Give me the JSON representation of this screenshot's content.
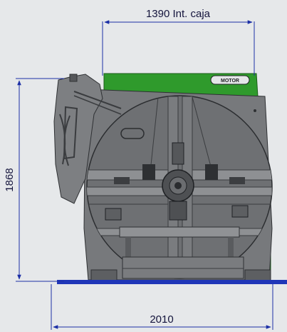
{
  "drawing": {
    "dimensions": {
      "top_width": "1390 Int. caja",
      "height": "1868",
      "bottom_width": "2010"
    },
    "badge_text": "MOTOR"
  },
  "colors": {
    "background": "#e6e8ea",
    "body_gray": "#77797c",
    "dark_gray": "#4e5053",
    "green": "#2f9a2c",
    "dimension_line": "#1c2fa6",
    "base_bar": "#1f36b8"
  }
}
